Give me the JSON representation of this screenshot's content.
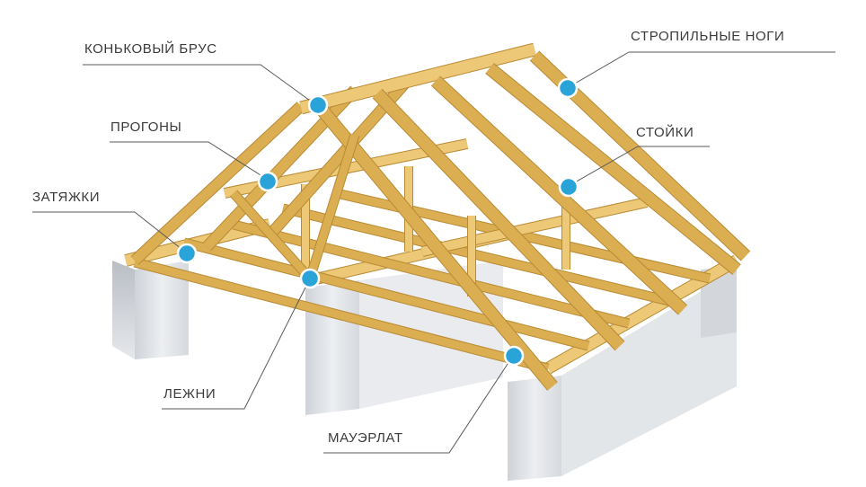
{
  "labels": {
    "ridge_beam": "КОНЬКОВЫЙ БРУС",
    "rafters": "СТРОПИЛЬНЫЕ НОГИ",
    "purlins": "ПРОГОНЫ",
    "posts": "СТОЙКИ",
    "tie_beams": "ЗАТЯЖКИ",
    "sill_beams": "ЛЕЖНИ",
    "wall_plate": "МАУЭРЛАТ"
  },
  "colors": {
    "timber": "#dcae52",
    "timber_dark": "#b88a34",
    "timber_light": "#ecc877",
    "wall": "#dfe2e6",
    "wall_shade": "#c7cbd1",
    "marker": "#29a3d8",
    "leader": "#5a5a5a"
  }
}
